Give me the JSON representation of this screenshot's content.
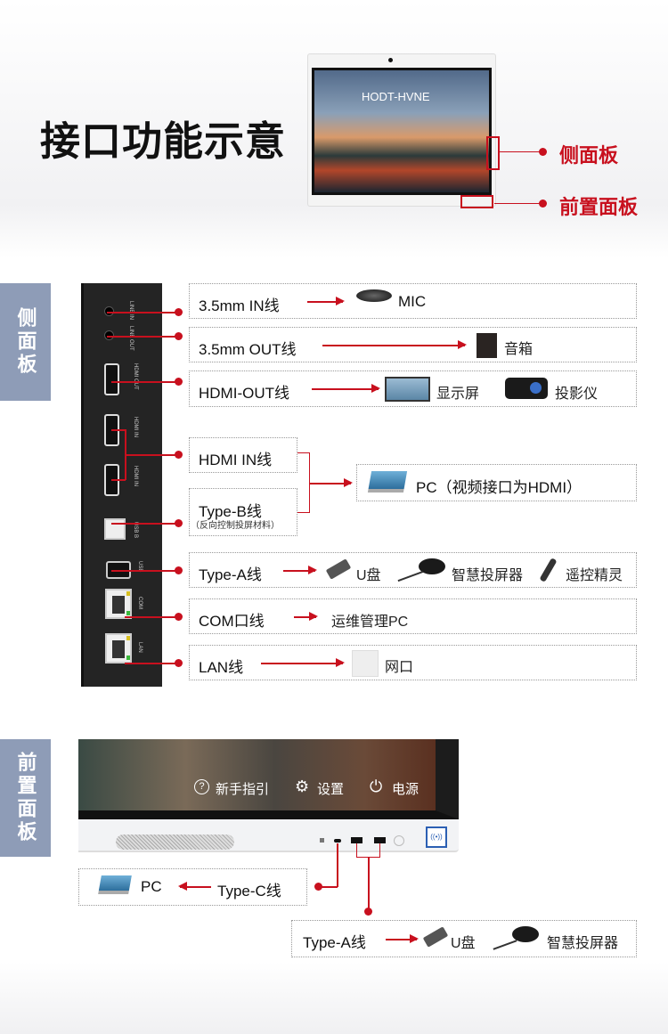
{
  "title": "接口功能示意",
  "hero": {
    "screen_title": "HODT-HVNE",
    "callouts": [
      "侧面板",
      "前置面板"
    ]
  },
  "side_panel": {
    "tab_label": "侧面板",
    "port_labels": [
      "LINE IN",
      "LINE OUT",
      "HDMI OUT",
      "HDMI IN",
      "HDMI IN",
      "USB B",
      "USB",
      "COM",
      "LAN"
    ],
    "rows": [
      {
        "cable": "3.5mm IN线",
        "targets": [
          "MIC"
        ]
      },
      {
        "cable": "3.5mm OUT线",
        "targets": [
          "音箱"
        ]
      },
      {
        "cable": "HDMI-OUT线",
        "targets": [
          "显示屏",
          "投影仪"
        ]
      },
      {
        "cable": "HDMI IN线"
      },
      {
        "cable": "Type-B线",
        "note": "（反向控制投屏材料）"
      },
      {
        "cable": "Type-A线",
        "targets": [
          "U盘",
          "智慧投屏器",
          "遥控精灵"
        ]
      },
      {
        "cable": "COM口线",
        "targets": [
          "运维管理PC"
        ]
      },
      {
        "cable": "LAN线",
        "targets": [
          "网口"
        ]
      }
    ],
    "pc_target": "PC（视频接口为HDMI）"
  },
  "front_panel": {
    "tab_label": "前置面板",
    "screen_menu": [
      "新手指引",
      "设置",
      "电源"
    ],
    "typec": {
      "cable": "Type-C线",
      "target": "PC"
    },
    "typea": {
      "cable": "Type-A线",
      "targets": [
        "U盘",
        "智慧投屏器"
      ]
    }
  },
  "colors": {
    "accent": "#c8101e",
    "tab": "#8e9cb7"
  }
}
